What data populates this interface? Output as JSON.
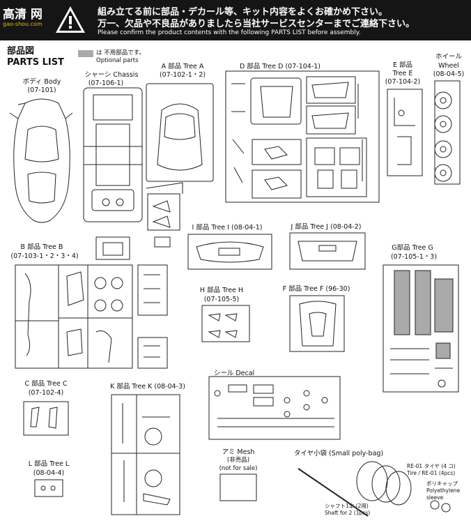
{
  "header": {
    "line1": "組み立てる前に部品・デカール等、キット内容をよくお確かめ下さい。",
    "line2": "万一、欠品や不良品がありましたら当社サービスセンターまでご連絡下さい。",
    "line3": "Please confirm the product contents with the following PARTS LIST before assembly.",
    "watermark_top": "高清 网",
    "watermark_bottom": "gao-shou.com"
  },
  "title": {
    "ja": "部品図",
    "en": "PARTS LIST"
  },
  "legend": {
    "line1": "は 不用部品です。",
    "line2": "Optional parts"
  },
  "parts": {
    "body": {
      "name": "ボディ Body",
      "code": "(07-101)"
    },
    "chassis": {
      "name": "シャーシ Chassis",
      "code": "(07-106-1)"
    },
    "tree_a": {
      "name": "A 部品 Tree A",
      "code": "(07-102-1・2)"
    },
    "tree_d": {
      "name": "D 部品 Tree D (07-104-1)"
    },
    "tree_e": {
      "name1": "E 部品",
      "name2": "Tree E",
      "code": "(07-104-2)"
    },
    "wheel": {
      "name1": "ホイール",
      "name2": "Wheel",
      "code": "(08-04-5)"
    },
    "tree_i": {
      "name": "I 部品 Tree I (08-04-1)"
    },
    "tree_j": {
      "name": "J 部品 Tree J (08-04-2)"
    },
    "tree_b": {
      "name": "B 部品 Tree B",
      "code": "(07-103-1・2・3・4)"
    },
    "tree_g": {
      "name": "G部品 Tree G",
      "code": "(07-105-1・3)"
    },
    "tree_h": {
      "name": "H 部品 Tree H",
      "code": "(07-105-5)"
    },
    "tree_f": {
      "name": "F 部品 Tree F (96-30)"
    },
    "tree_c": {
      "name": "C 部品 Tree C",
      "code": "(07-102-4)"
    },
    "tree_k": {
      "name": "K 部品 Tree K (08-04-3)"
    },
    "decal": {
      "name": "シール Decal"
    },
    "tree_l": {
      "name": "L 部品 Tree L",
      "code": "(08-04-4)"
    },
    "mesh": {
      "name1": "アミ Mesh",
      "name2": "(非売品)",
      "name3": "(not for sale)"
    },
    "polybag": {
      "name": "タイヤ小袋 (Small poly-bag)",
      "tire1": "RE-01 タイヤ (4 コ)",
      "tire2": "Tire / RE-01 (4pcs)",
      "cap1": "ポリキャップ",
      "cap2": "Polyethylene",
      "cap3": "sleeve",
      "shaft1": "シャフト1本 (2用)",
      "shaft2": "Shaft for 2 (1pcs)"
    }
  }
}
